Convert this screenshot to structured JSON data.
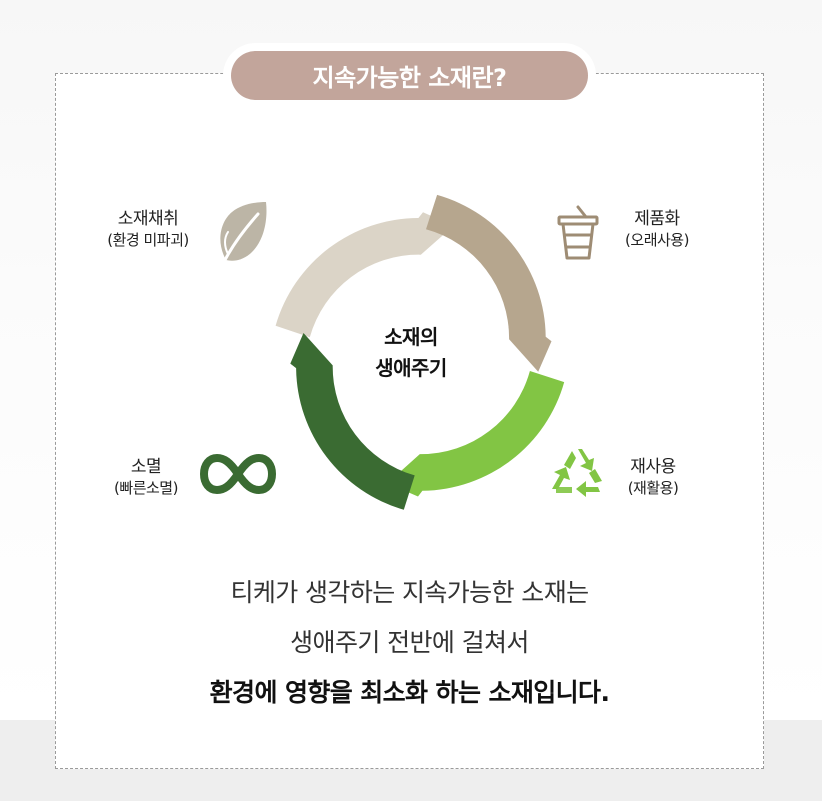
{
  "title": "지속가능한 소재란?",
  "center": {
    "line1": "소재의",
    "line2": "생애주기"
  },
  "stages": {
    "extraction": {
      "name": "소재채취",
      "sub": "(환경 미파괴)",
      "icon": "leaf-icon"
    },
    "product": {
      "name": "제품화",
      "sub": "(오래사용)",
      "icon": "cup-icon"
    },
    "reuse": {
      "name": "재사용",
      "sub": "(재활용)",
      "icon": "recycle-icon"
    },
    "disposal": {
      "name": "소멸",
      "sub": "(빠른소멸)",
      "icon": "infinity-icon"
    }
  },
  "description": {
    "line1": "티케가 생각하는 지속가능한 소재는",
    "line2": "생애주기 전반에 걸쳐서",
    "line3": "환경에 영향을 최소화 하는 소재입니다."
  },
  "colors": {
    "title_pill": "#c2a59b",
    "arrow_light_beige": "#dbd4c7",
    "arrow_tan": "#b6a68e",
    "arrow_lime": "#82c544",
    "arrow_dark_green": "#3a6b32",
    "leaf": "#bcb5a6",
    "cup": "#9e8c74",
    "recycle": "#82c544",
    "infinity": "#3a6b32"
  }
}
